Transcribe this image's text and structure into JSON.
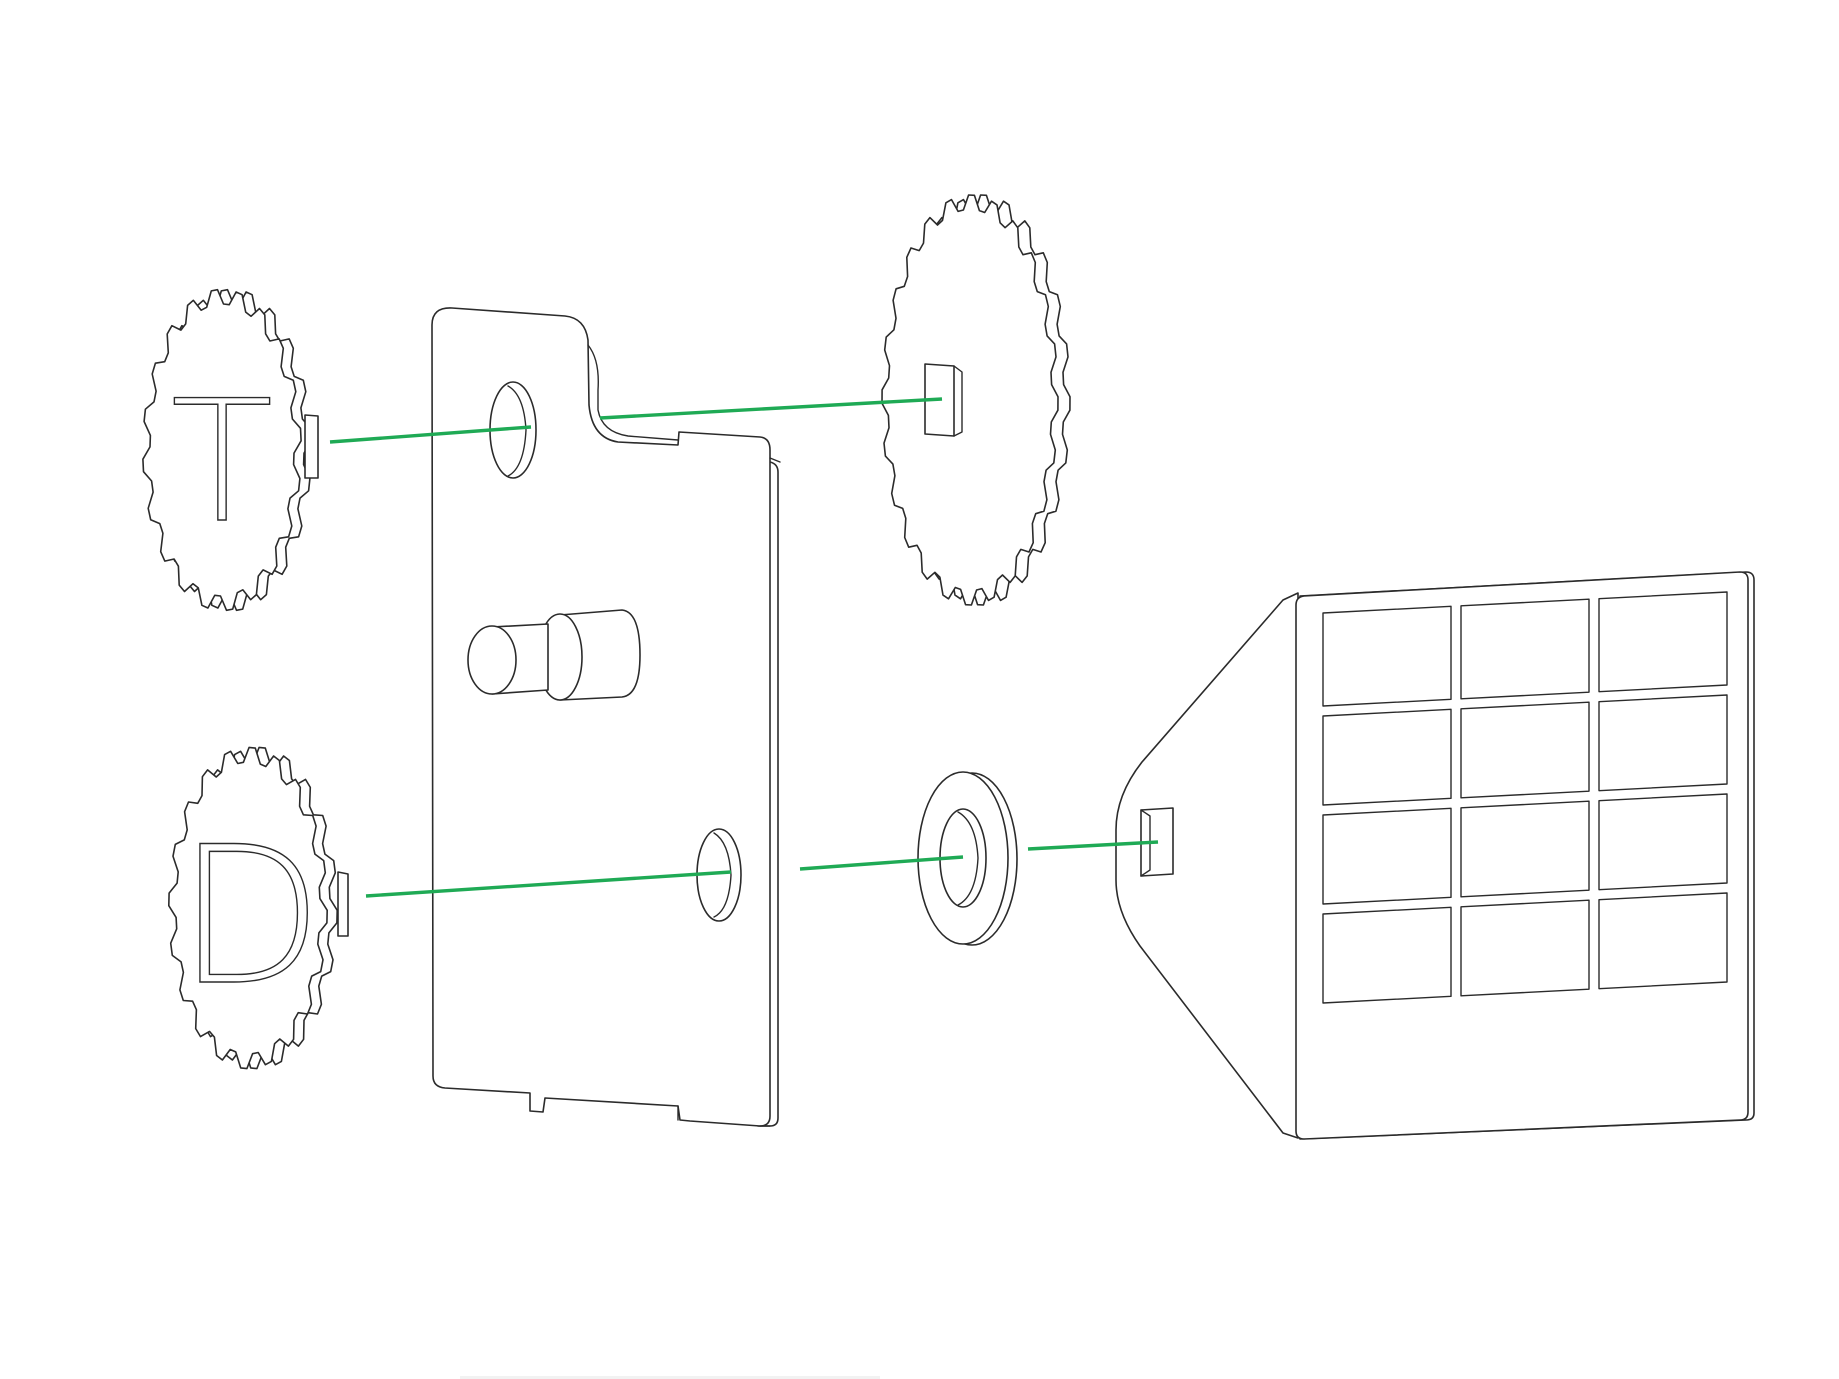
{
  "diagram": {
    "gear_labels": {
      "top_left": "T",
      "bottom_left": "D"
    },
    "colors": {
      "assembly_line": "#1faa55",
      "outline": "#2b2b2b",
      "background": "#ffffff"
    },
    "parts": [
      {
        "name": "gear-T",
        "icon": "gear-icon"
      },
      {
        "name": "gear-D",
        "icon": "gear-icon"
      },
      {
        "name": "mounting-plate",
        "icon": "plate-icon"
      },
      {
        "name": "large-notched-wheel",
        "icon": "wheel-icon"
      },
      {
        "name": "washer",
        "icon": "washer-icon"
      },
      {
        "name": "grid-panel",
        "icon": "panel-icon"
      }
    ]
  }
}
